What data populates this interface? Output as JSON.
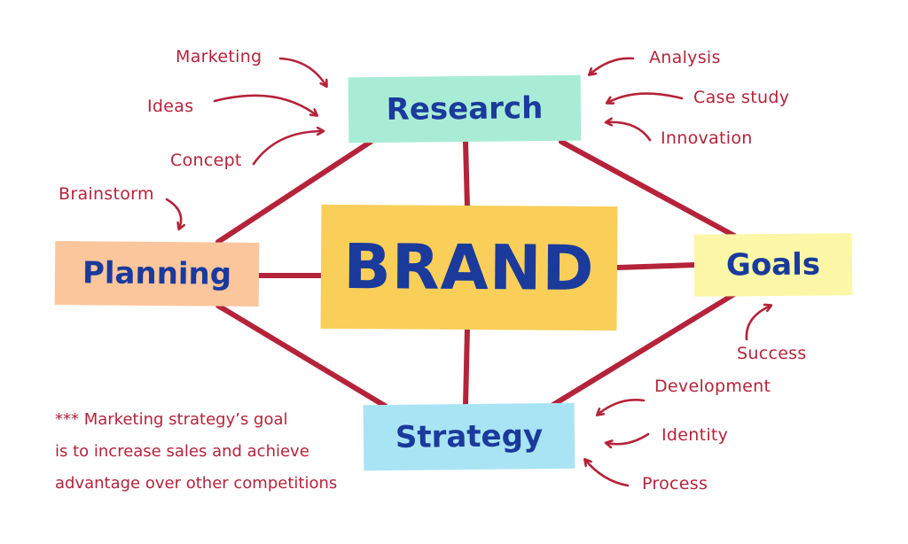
{
  "diagram": {
    "center_label": "BRAND",
    "nodes": {
      "research": "Research",
      "planning": "Planning",
      "goals": "Goals",
      "strategy": "Strategy"
    },
    "keywords": {
      "marketing": "Marketing",
      "ideas": "Ideas",
      "concept": "Concept",
      "brainstorm": "Brainstorm",
      "analysis": "Analysis",
      "case_study": "Case study",
      "innovation": "Innovation",
      "success": "Success",
      "development": "Development",
      "identity": "Identity",
      "process": "Process"
    },
    "note_lines": [
      "*** Marketing strategy’s goal",
      "is to increase sales and achieve",
      "advantage over other competitions"
    ],
    "colors": {
      "line_red": "#b5233a",
      "text_blue": "#1a3a9c",
      "research_fill": "#a9ecd6",
      "brand_fill": "#f9cf5a",
      "planning_fill": "#fbc69c",
      "goals_fill": "#fbf7a6",
      "strategy_fill": "#a9e4f5"
    }
  }
}
